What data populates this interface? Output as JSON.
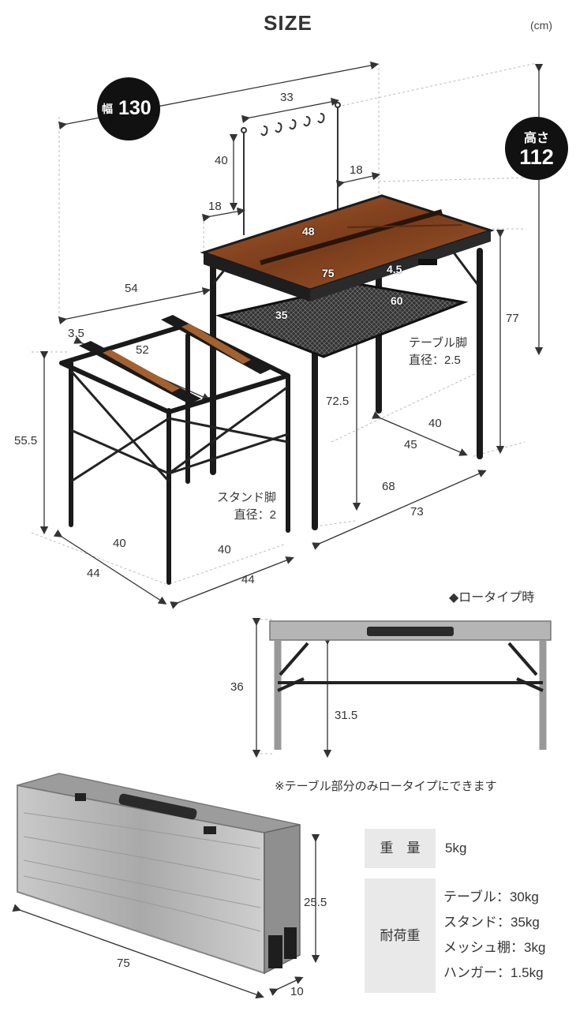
{
  "title": "SIZE",
  "unit": "(cm)",
  "badge_width": {
    "label": "幅",
    "value": "130"
  },
  "badge_height": {
    "label": "高さ",
    "value": "112"
  },
  "dims": {
    "d33": "33",
    "d40_hanger": "40",
    "d18_right": "18",
    "d18_left": "18",
    "d48": "48",
    "d75_top": "75",
    "d4_5": "4.5",
    "d60": "60",
    "d35": "35",
    "d54": "54",
    "d3_5": "3.5",
    "d52": "52",
    "d77": "77",
    "d72_5": "72.5",
    "d55_5": "55.5",
    "d40_table": "40",
    "d45": "45",
    "d68": "68",
    "d73": "73",
    "d40_stand_a": "40",
    "d40_stand_b": "40",
    "d44_a": "44",
    "d44_b": "44",
    "d36": "36",
    "d31_5": "31.5",
    "d25_5": "25.5",
    "d75_case": "75",
    "d10": "10"
  },
  "table_leg_note": {
    "line1": "テーブル脚",
    "line2": "直径：2.5"
  },
  "stand_leg_note": {
    "line1": "スタンド脚",
    "line2": "直径：2"
  },
  "low_type_heading": "◆ロータイプ時",
  "low_type_note": "※テーブル部分のみロータイプにできます",
  "specs": {
    "weight_label": "重　量",
    "weight_value": "5kg",
    "load_label": "耐荷重",
    "loads": [
      "テーブル：30kg",
      "スタンド：35kg",
      "メッシュ棚：3kg",
      "ハンガー：1.5kg"
    ]
  },
  "colors": {
    "wood": "#8a4a24",
    "frame": "#222222",
    "case": "#b9b9b9"
  }
}
